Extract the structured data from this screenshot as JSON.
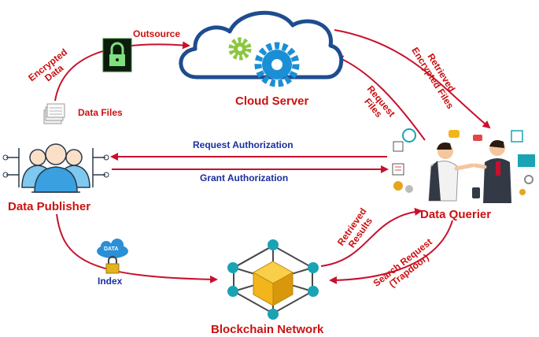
{
  "nodes": {
    "cloud_server": "Cloud Server",
    "data_publisher": "Data Publisher",
    "data_querier": "Data Querier",
    "blockchain_network": "Blockchain Network"
  },
  "items": {
    "data_files": "Data Files",
    "index": "Index",
    "data_badge": "DATA"
  },
  "edges": {
    "outsource": "Outsource",
    "encrypted_data": [
      "Encrypted",
      "Data"
    ],
    "request_files": [
      "Request",
      "Files"
    ],
    "retrieved_encrypted_files": [
      "Retrieved",
      "Encrypted Files"
    ],
    "request_authorization": "Request Authorization",
    "grant_authorization": "Grant Authorization",
    "retrieved_results": [
      "Retrieved",
      "Results"
    ],
    "search_request": [
      "Search Request",
      "(Trapdoor)"
    ]
  },
  "colors": {
    "label_red": "#cc1111",
    "label_blue": "#1a2fa0",
    "arrow": "#c8102e",
    "cloud_outline": "#1e4c8f",
    "gear_green": "#8dc63f",
    "gear_blue": "#1b8fd6",
    "cube_gold": "#f2b51b",
    "node_teal": "#1aa3b3"
  },
  "icons": [
    "lock-icon",
    "document-stack-icon",
    "users-group-icon",
    "cloud-icon",
    "gear-icon",
    "business-meeting-icon",
    "blockchain-cube-icon",
    "data-cloud-lock-icon"
  ]
}
